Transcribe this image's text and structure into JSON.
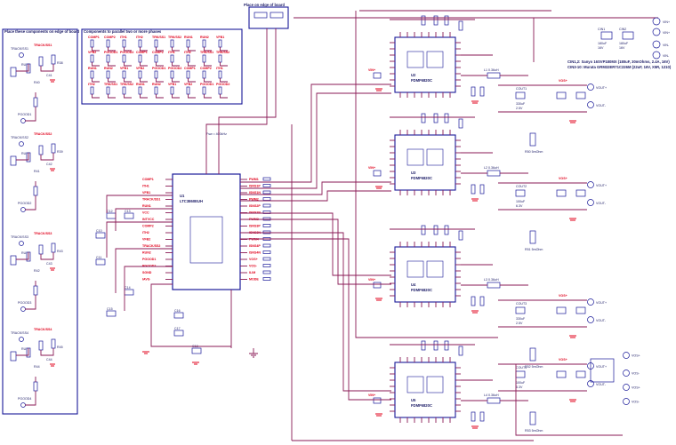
{
  "notes": {
    "edge_box_title": "Place these components on edge of board",
    "parallel_box_title": "Components to parallel two or more phases",
    "place_edge_top": "Place on edge of board",
    "cin_line1": "CIN1,2:   Sanyo 16SVP180MX (180uF, 30mOhms, 2.4A, 16V)",
    "cin_line2": "CIN3-10: Murata GRM32ER71C226M (22uF, 16V, X5R, 1210)",
    "fsw": "Fsw = 400kHz"
  },
  "controller": {
    "ref": "U1",
    "part": "LTC3860EUH"
  },
  "powerstages": [
    {
      "ref": "U2",
      "part": "FDMF6820C"
    },
    {
      "ref": "U3",
      "part": "FDMF6820C"
    },
    {
      "ref": "U4",
      "part": "FDMF6820C"
    },
    {
      "ref": "U5",
      "part": "FDMF6820C"
    }
  ],
  "signals": {
    "vin": "VIN+",
    "vin_minus": "VIN-",
    "vout": "VOUT+",
    "vout_minus": "VOUT-",
    "vos": "VOS+",
    "vos_minus": "VOS-",
    "intvcc": "INTVCC",
    "pgood": "PGOOD",
    "track": "TRACK/SS",
    "run": "RUN",
    "vcc": "VCC"
  },
  "edge_groups": [
    {
      "track": "TRACK/SS1",
      "run": "RUN1",
      "pgood": "PGOOD1",
      "refs": [
        "R40",
        "C41",
        "R38"
      ]
    },
    {
      "track": "TRACK/SS2",
      "run": "RUN2",
      "pgood": "PGOOD2",
      "refs": [
        "R41",
        "C42",
        "R39"
      ]
    },
    {
      "track": "TRACK/SS3",
      "run": "RUN3",
      "pgood": "PGOOD3",
      "refs": [
        "R42",
        "C43",
        "R43"
      ]
    },
    {
      "track": "TRACK/SS4",
      "run": "RUN4",
      "pgood": "PGOOD4",
      "refs": [
        "R44",
        "C44",
        "R45"
      ]
    }
  ],
  "parallel_refs": [
    "COMP1",
    "COMP2",
    "ITH1",
    "ITH2",
    "TRK/SS1",
    "TRK/SS2",
    "RUN1",
    "RUN2",
    "VFB1",
    "VFB2",
    "PGOOD1",
    "PGOOD2"
  ],
  "output_caps": [
    {
      "ref": "COUT1",
      "val": "330uF",
      "v": "2.5V"
    },
    {
      "ref": "COUT2",
      "val": "100uF",
      "v": "6.3V"
    },
    {
      "ref": "COUT3",
      "val": "330uF",
      "v": "2.5V"
    },
    {
      "ref": "COUT4",
      "val": "100uF",
      "v": "6.3V"
    }
  ],
  "sense_resistors": [
    "R50 5mOhm",
    "R51 5mOhm",
    "R52 5mOhm",
    "R53 5mOhm"
  ],
  "inductors": [
    "L1 0.36uH",
    "L2 0.36uH",
    "L3 0.36uH",
    "L4 0.36uH"
  ],
  "input_caps": [
    {
      "ref": "CIN1",
      "val": "180uF",
      "v": "16V"
    },
    {
      "ref": "CIN2",
      "val": "180uF",
      "v": "16V"
    }
  ]
}
